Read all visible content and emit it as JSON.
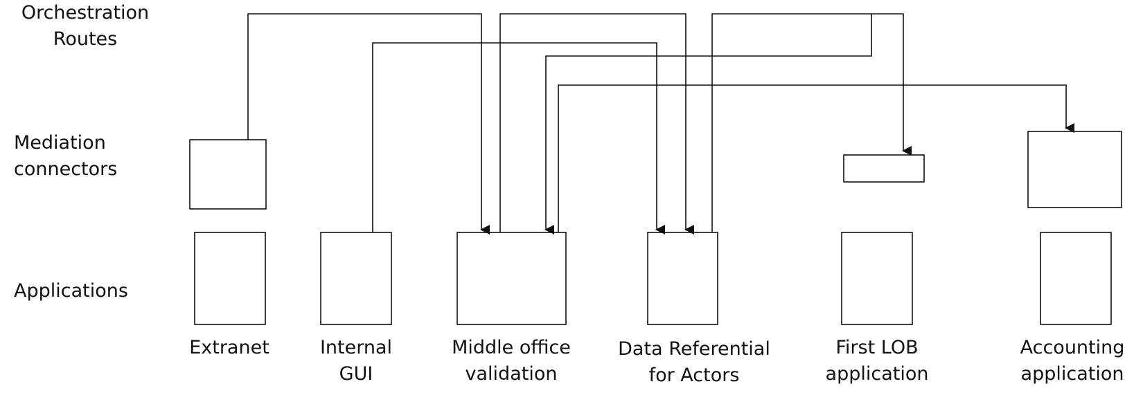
{
  "lanes": {
    "orchestration": [
      "Orchestration",
      "Routes"
    ],
    "mediation": [
      "Mediation",
      "connectors"
    ],
    "applications": [
      "Applications"
    ]
  },
  "apps": [
    {
      "id": "extranet",
      "lines": [
        "Extranet"
      ]
    },
    {
      "id": "internal-gui",
      "lines": [
        "Internal",
        "GUI"
      ]
    },
    {
      "id": "middle-office",
      "lines": [
        "Middle office",
        "validation"
      ]
    },
    {
      "id": "data-referential",
      "lines": [
        "Data Referential",
        "for Actors"
      ]
    },
    {
      "id": "first-lob",
      "lines": [
        "First LOB",
        "application"
      ]
    },
    {
      "id": "accounting",
      "lines": [
        "Accounting",
        "application"
      ]
    }
  ],
  "mediation_connectors": [
    {
      "id": "mediation-extranet",
      "for": "extranet"
    },
    {
      "id": "mediation-first-lob",
      "for": "first-lob"
    },
    {
      "id": "mediation-accounting",
      "for": "accounting"
    }
  ],
  "routes": [
    {
      "id": "route-extranet-to-middle-office",
      "from": "mediation-extranet",
      "to": "middle-office"
    },
    {
      "id": "route-internal-gui-to-data-referential",
      "from": "internal-gui",
      "to": "data-referential"
    },
    {
      "id": "route-middle-office-to-data-referential",
      "from": "middle-office",
      "to": "data-referential"
    },
    {
      "id": "route-data-referential-to-first-lob",
      "from": "data-referential",
      "to": "mediation-first-lob"
    },
    {
      "id": "route-data-referential-to-middle-office",
      "from": "data-referential",
      "to": "middle-office"
    },
    {
      "id": "route-middle-office-to-accounting",
      "from": "middle-office",
      "to": "mediation-accounting"
    }
  ],
  "colors": {
    "line": "#111111",
    "background": "#ffffff"
  }
}
